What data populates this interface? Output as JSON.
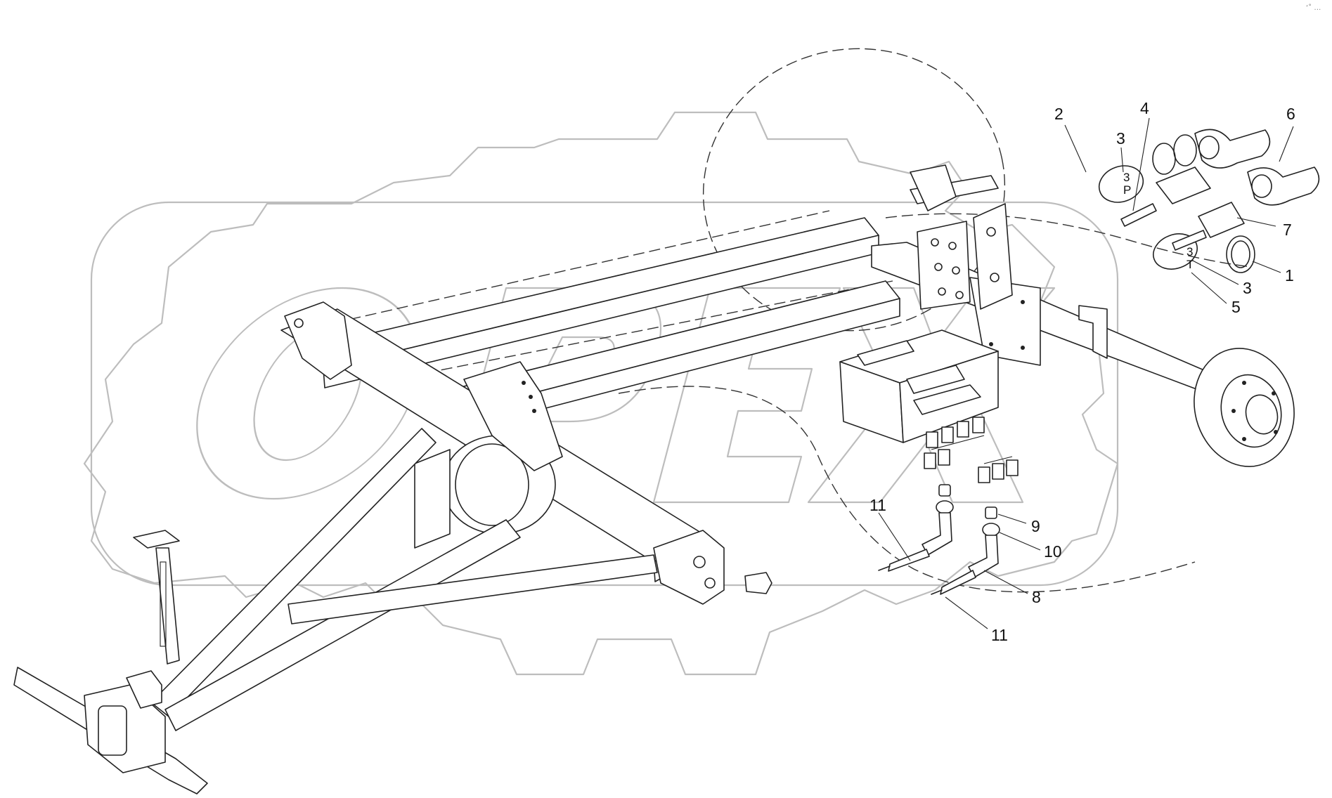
{
  "diagram": {
    "watermark": "OPEX",
    "corner_mark": "‘˚ ․․․",
    "callouts": [
      {
        "id": "c2",
        "label": "2"
      },
      {
        "id": "c3a",
        "label": "3"
      },
      {
        "id": "c4",
        "label": "4"
      },
      {
        "id": "c6",
        "label": "6"
      },
      {
        "id": "c7",
        "label": "7"
      },
      {
        "id": "c1",
        "label": "1"
      },
      {
        "id": "c3b",
        "label": "3"
      },
      {
        "id": "c5",
        "label": "5"
      },
      {
        "id": "c9",
        "label": "9"
      },
      {
        "id": "c10",
        "label": "10"
      },
      {
        "id": "c8",
        "label": "8"
      },
      {
        "id": "c11a",
        "label": "11"
      },
      {
        "id": "c11b",
        "label": "11"
      }
    ],
    "marks": {
      "p_mark": "P",
      "t_mark": "T",
      "three_upper": "3",
      "three_lower": "3"
    }
  },
  "colors": {
    "line": "#222222",
    "watermark": "#bdbdbd",
    "background": "#ffffff"
  }
}
